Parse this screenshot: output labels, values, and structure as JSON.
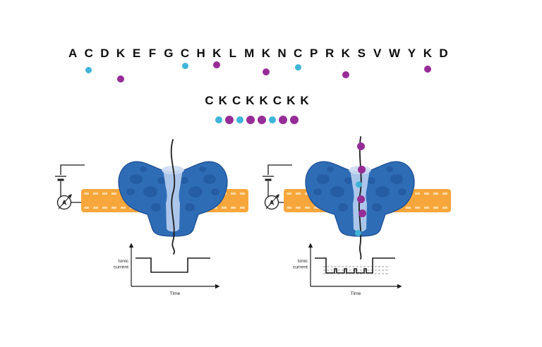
{
  "colors": {
    "cyan": "#3fb4d8",
    "purple": "#962d97",
    "membrane": "#f7a63c",
    "membrane_dash": "#ffd9a1",
    "protein_body": "#2e6cb6",
    "protein_dark": "#1c4c92",
    "protein_light": "#abc6ea",
    "protein_lighter": "#cddcf3",
    "strand": "#1c1c1c",
    "axis": "#1a1a1a",
    "dash_line": "#9a9a9a"
  },
  "top_sequence": {
    "letters": [
      {
        "ch": "A",
        "dot": null
      },
      {
        "ch": "C",
        "dot": "cyan"
      },
      {
        "ch": "D",
        "dot": null
      },
      {
        "ch": "K",
        "dot": "purple"
      },
      {
        "ch": "E",
        "dot": null
      },
      {
        "ch": "F",
        "dot": null
      },
      {
        "ch": "G",
        "dot": null
      },
      {
        "ch": "C",
        "dot": "cyan"
      },
      {
        "ch": "H",
        "dot": null
      },
      {
        "ch": "K",
        "dot": "purple"
      },
      {
        "ch": "L",
        "dot": null
      },
      {
        "ch": "M",
        "dot": null
      },
      {
        "ch": "K",
        "dot": "purple"
      },
      {
        "ch": "N",
        "dot": null
      },
      {
        "ch": "C",
        "dot": "cyan"
      },
      {
        "ch": "P",
        "dot": null
      },
      {
        "ch": "R",
        "dot": null
      },
      {
        "ch": "K",
        "dot": "purple"
      },
      {
        "ch": "S",
        "dot": null
      },
      {
        "ch": "V",
        "dot": null
      },
      {
        "ch": "W",
        "dot": null
      },
      {
        "ch": "Y",
        "dot": null
      },
      {
        "ch": "K",
        "dot": "purple"
      },
      {
        "ch": "D",
        "dot": null
      }
    ]
  },
  "motif": {
    "letters": [
      "C",
      "K",
      "C",
      "K",
      "K",
      "C",
      "K",
      "K"
    ],
    "dots": [
      "cyan",
      "purple",
      "cyan",
      "purple",
      "purple",
      "cyan",
      "purple",
      "purple"
    ]
  },
  "circuit": {
    "ammeter_label": "A"
  },
  "graphs": {
    "ylabel_line1": "Ionic",
    "ylabel_line2": "current",
    "xlabel": "Time"
  },
  "left_graph": {
    "type": "line",
    "description": "single square blockade pulse in ionic current",
    "trace": "44,24 66,24 66,44 118,44 118,24 150,24"
  },
  "right_graph": {
    "type": "line",
    "description": "blockade with stepwise sublevels marked by dashed level lines",
    "trace": "44,24 60,24 60,45 72,45 72,39 75,39 75,45 86,45 86,39 89,39 89,45 100,45 100,39 103,39 103,45 114,45 114,39 117,39 117,45 126,45 126,24 158,24",
    "level_dashes_y": [
      36,
      41,
      46
    ],
    "dash_x_start": 56,
    "dash_x_end": 150
  },
  "right_strand_beads": [
    "purple",
    "purple",
    "cyan",
    "purple",
    "purple",
    "cyan"
  ]
}
